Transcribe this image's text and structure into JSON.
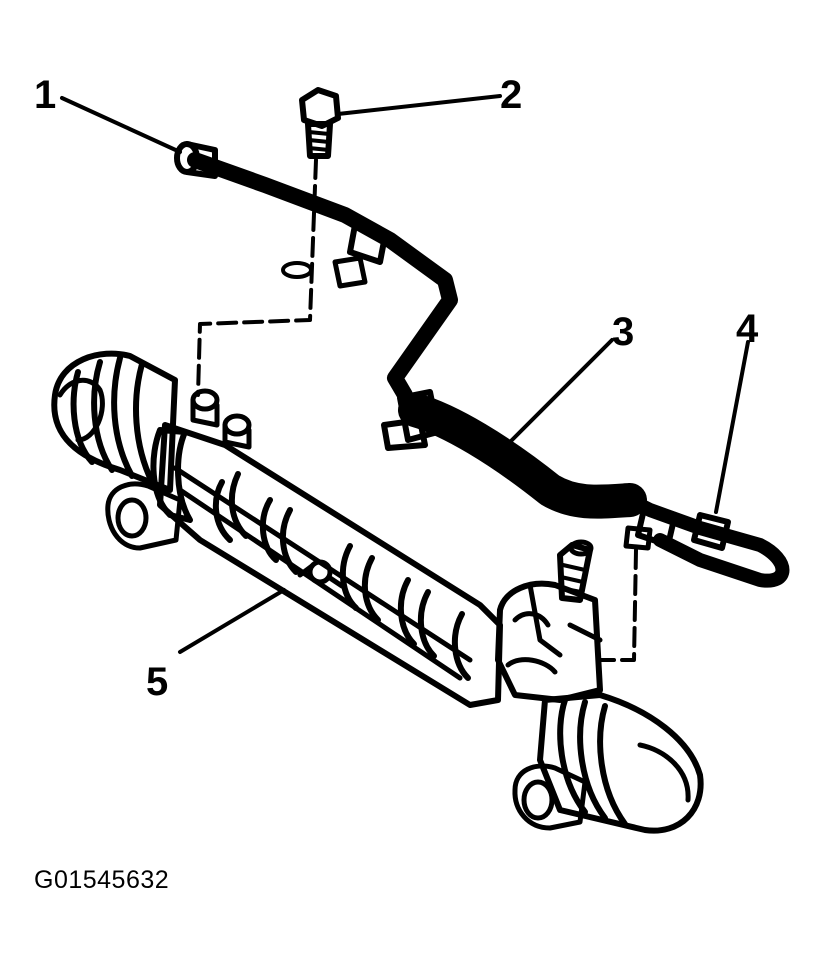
{
  "figure": {
    "id_label": "G01545632"
  },
  "callouts": [
    {
      "number": "1"
    },
    {
      "number": "2"
    },
    {
      "number": "3"
    },
    {
      "number": "4"
    },
    {
      "number": "5"
    }
  ],
  "colors": {
    "ink": "#000000",
    "paper": "#ffffff"
  }
}
